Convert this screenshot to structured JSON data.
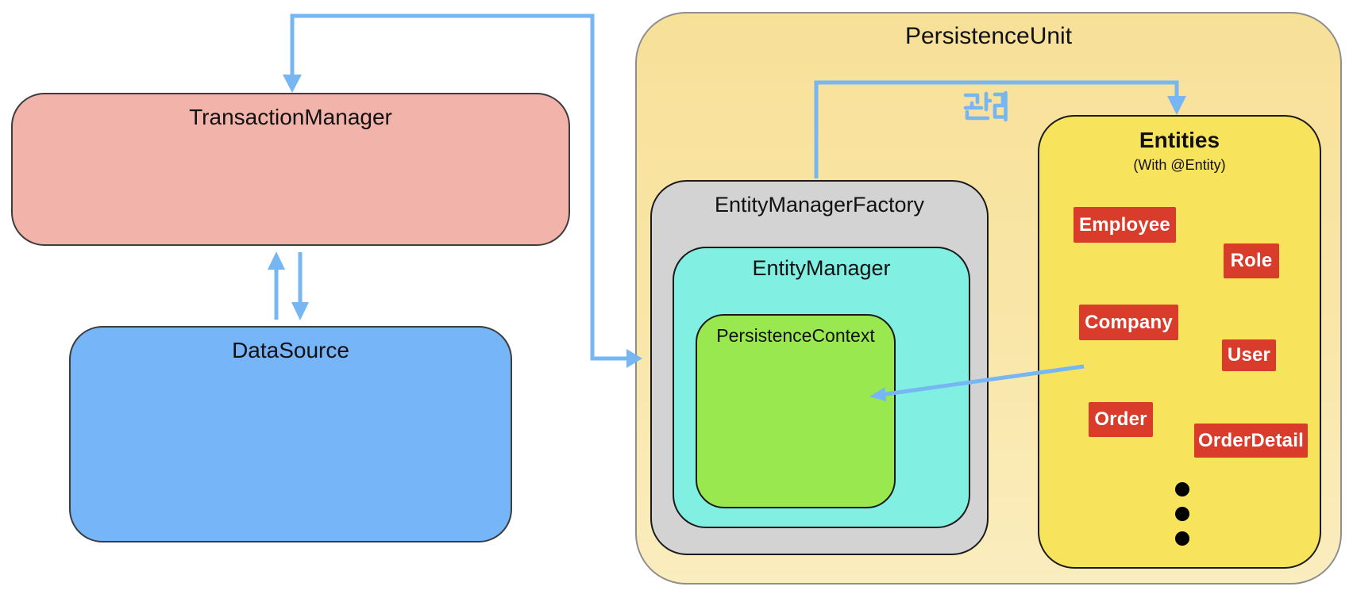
{
  "diagram": {
    "transaction_manager": {
      "label": "TransactionManager",
      "fill": "#F2B3AA"
    },
    "datasource": {
      "label": "DataSource",
      "fill": "#76B5F7"
    },
    "arrows": {
      "color": "#76B7F3",
      "manage_label": "관리",
      "manage_label_color": "#74B7F3"
    },
    "persistence_unit": {
      "label": "PersistenceUnit",
      "fill": "#F9E6A8",
      "entity_manager_factory": {
        "label": "EntityManagerFactory",
        "fill": "#D3D3D3"
      },
      "entity_manager": {
        "label": "EntityManager",
        "fill": "#81F0E3"
      },
      "persistence_context": {
        "label": "PersistenceContext",
        "fill": "#99E84F"
      },
      "entities": {
        "title": "Entities",
        "subtitle": "(With @Entity)",
        "fill": "#F8E35D",
        "badge_color": "#D93C2A",
        "items": [
          "Employee",
          "Role",
          "Company",
          "User",
          "Order",
          "OrderDetail"
        ]
      }
    }
  }
}
